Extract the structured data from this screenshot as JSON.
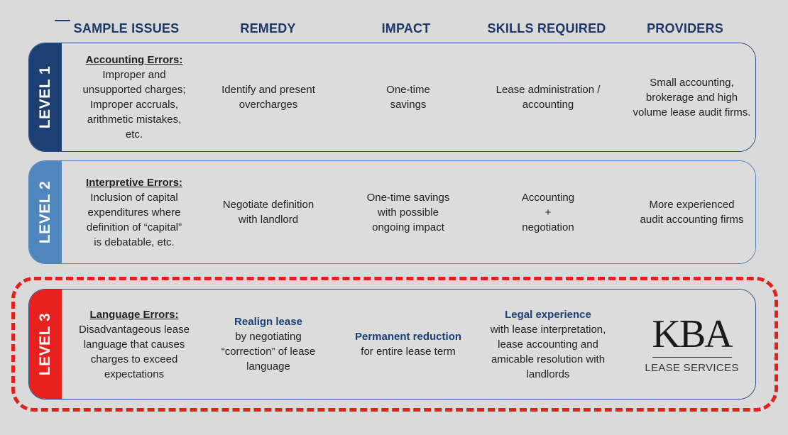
{
  "headers": {
    "issues": "SAMPLE ISSUES",
    "remedy": "REMEDY",
    "impact": "IMPACT",
    "skills": "SKILLS REQUIRED",
    "providers": "PROVIDERS"
  },
  "levels": [
    {
      "label": "LEVEL 1",
      "issue_title": "Accounting Errors:",
      "issue_lines": [
        "Improper and",
        "unsupported charges;",
        "Improper accruals,",
        "arithmetic mistakes,",
        "etc."
      ],
      "remedy_lines": [
        "Identify and present",
        "overcharges"
      ],
      "impact_lines": [
        "One-time",
        "savings"
      ],
      "skills_lines": [
        "Lease administration /",
        "accounting"
      ],
      "providers_lines": [
        "Small accounting,",
        "brokerage and high",
        "volume lease audit firms."
      ]
    },
    {
      "label": "LEVEL 2",
      "issue_title": "Interpretive Errors:",
      "issue_lines": [
        "Inclusion of capital",
        "expenditures where",
        "definition of “capital”",
        "is debatable, etc."
      ],
      "remedy_lines": [
        "Negotiate definition",
        "with landlord"
      ],
      "impact_lines": [
        "One-time savings",
        "with possible",
        "ongoing impact"
      ],
      "skills_lines": [
        "Accounting",
        "+",
        "negotiation"
      ],
      "providers_lines": [
        "More experienced",
        "audit accounting firms"
      ]
    },
    {
      "label": "LEVEL 3",
      "issue_title": "Language Errors:",
      "issue_lines": [
        "Disadvantageous lease",
        "language that causes",
        "charges to exceed",
        "expectations"
      ],
      "remedy_title": "Realign lease",
      "remedy_lines": [
        "by negotiating",
        "“correction” of lease",
        "language"
      ],
      "impact_title": "Permanent reduction",
      "impact_lines": [
        "for entire lease term"
      ],
      "skills_title": "Legal experience",
      "skills_lines": [
        "with lease interpretation,",
        "lease accounting and",
        "amicable resolution with",
        "landlords"
      ],
      "providers_logo": {
        "main": "KBA",
        "sub": "LEASE SERVICES"
      }
    }
  ],
  "colors": {
    "level1": "#1d3f71",
    "level2": "#4f86bd",
    "level3": "#e8211e",
    "header_text": "#1c3768",
    "highlight_dash": "#e61f1c"
  }
}
